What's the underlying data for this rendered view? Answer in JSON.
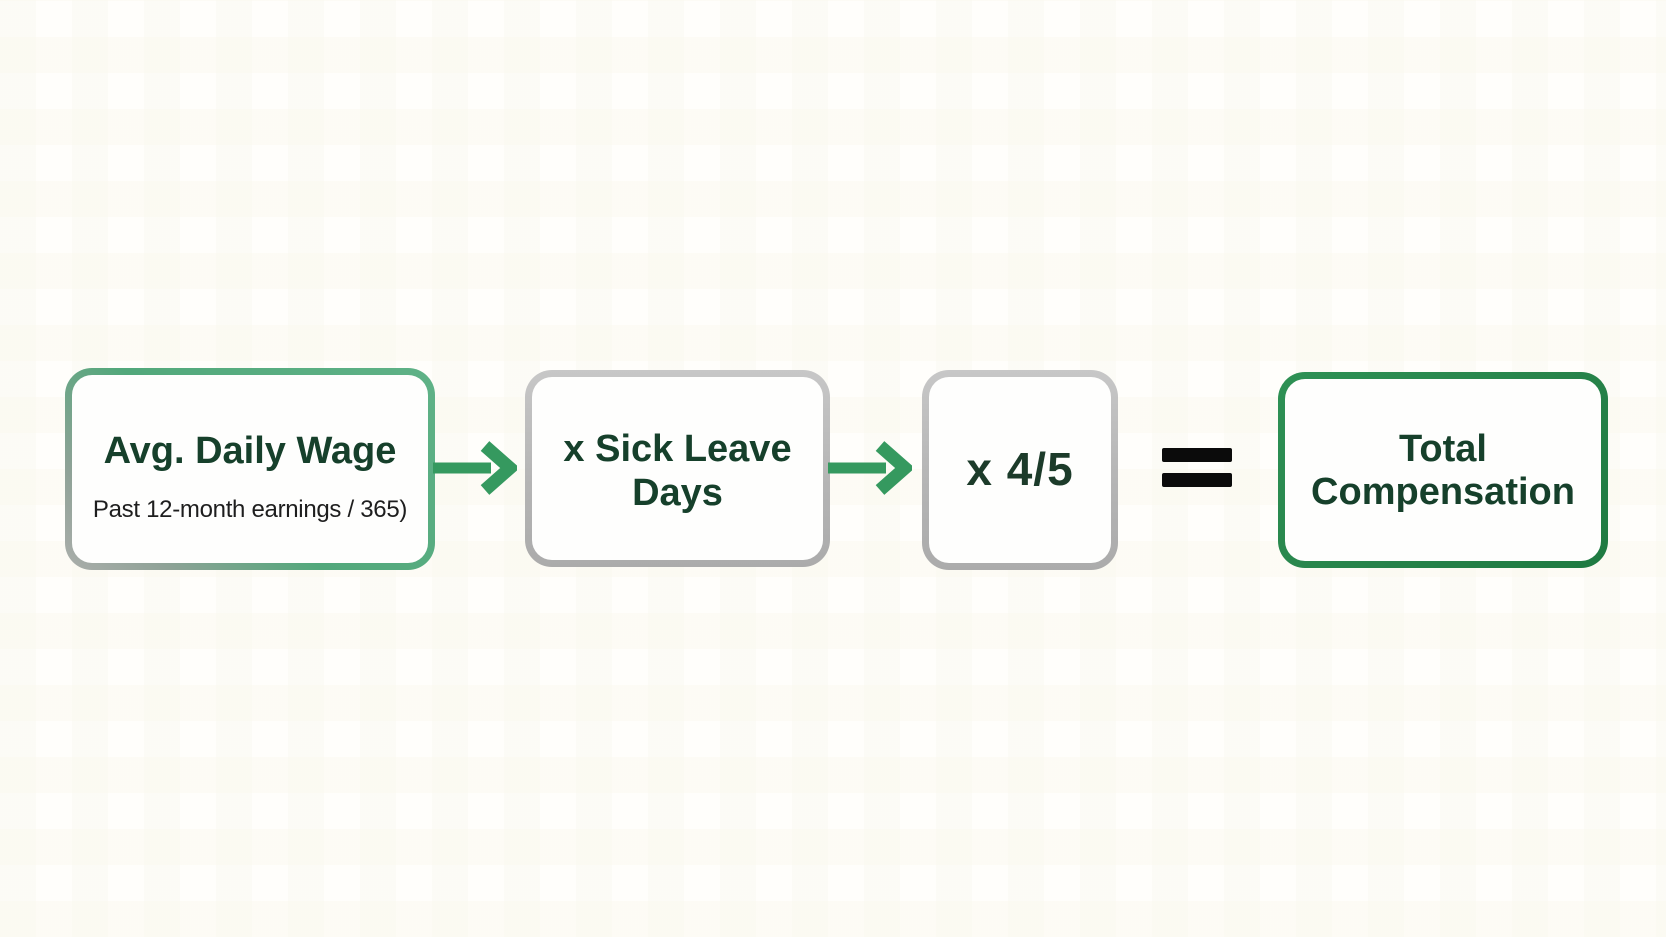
{
  "flowchart": {
    "step1": {
      "title": "Avg. Daily Wage",
      "subtitle": "Past 12-month earnings / 365)"
    },
    "step2": {
      "label": "x Sick Leave Days"
    },
    "step3": {
      "label": "x 4/5"
    },
    "result": {
      "label": "Total Compensation"
    },
    "equals_symbol": "=",
    "icons": {
      "arrow": "arrow-right",
      "equals": "equals-sign"
    },
    "colors": {
      "arrow_green": "#35995F",
      "green_fade_border_start": "#52A87B",
      "green_fade_border_end": "#ABAEAB",
      "gray_border": "#B5B5B5",
      "solid_green_border": "#27834A",
      "title_dark_green": "#16402B",
      "subtitle_black": "#1E1E1E",
      "equals_black": "#0B0B0B",
      "background": "#FFFEFB"
    }
  }
}
